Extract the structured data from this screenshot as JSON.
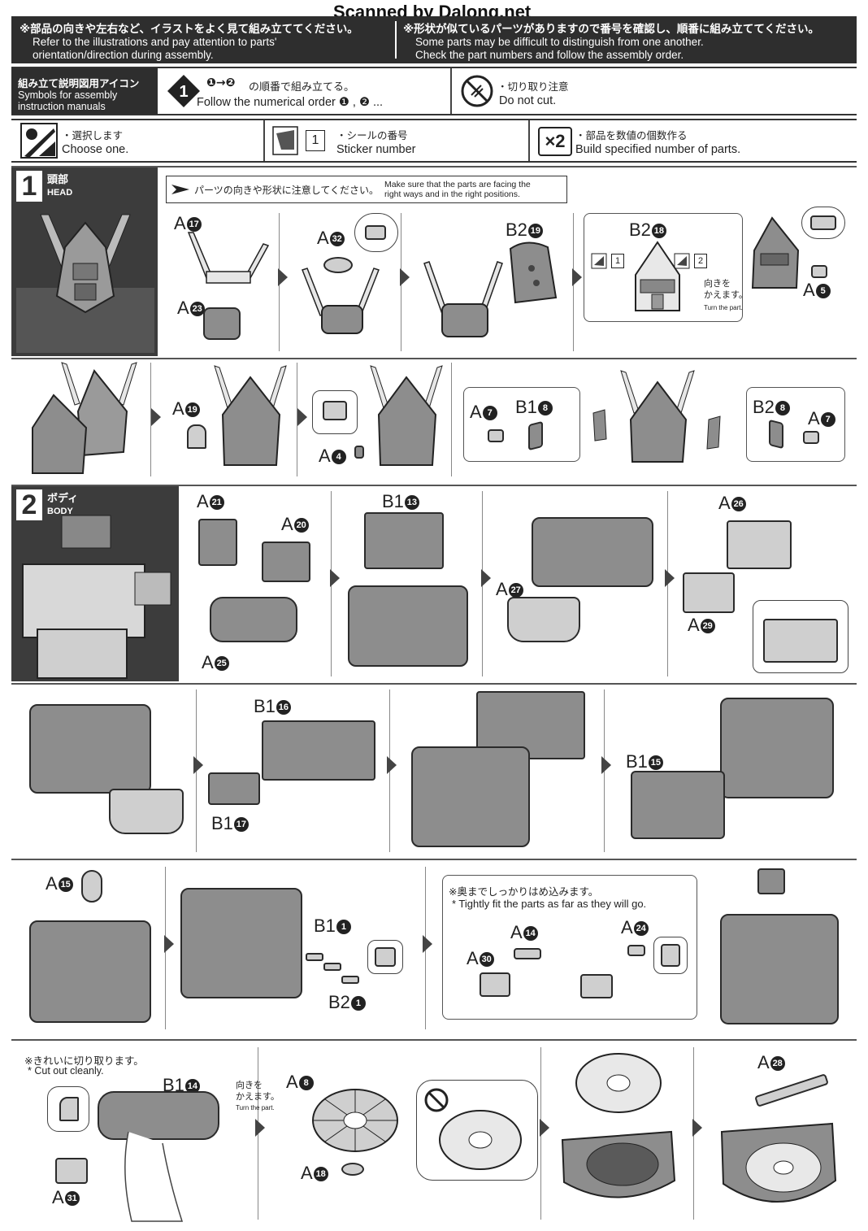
{
  "watermark": "Scanned by Dalong.net",
  "header": {
    "left_jp": "※部品の向きや左右など、イラストをよく見て組み立ててください。",
    "left_en_1": "Refer to the illustrations and pay attention to parts'",
    "left_en_2": "orientation/direction during assembly.",
    "right_jp": "※形状が似ているパーツがありますので番号を確認し、順番に組み立ててください。",
    "right_en_1": "Some parts may be difficult to distinguish from one another.",
    "right_en_2": "Check the part numbers and follow the assembly order."
  },
  "symbols": {
    "title_jp": "組み立て説明図用アイコン",
    "title_en_1": "Symbols for assembly",
    "title_en_2": "instruction manuals",
    "order_jp_prefix": "❶→❷",
    "order_jp": "の順番で組み立てる。",
    "order_en": "Follow the numerical order ❶ , ❷ ...",
    "cut_jp": "・切り取り注意",
    "cut_en": "Do not cut.",
    "choose_jp": "・選択します",
    "choose_en": "Choose one.",
    "sticker_box": "1",
    "sticker_jp": "・シールの番号",
    "sticker_en": "Sticker number",
    "multiply": "×2",
    "multiply_jp": "・部品を数値の個数作る",
    "multiply_en": "Build specified number of parts."
  },
  "step1": {
    "number": "1",
    "label_jp": "頭部",
    "label_en": "HEAD",
    "note_jp": "パーツの向きや形状に注意してください。",
    "note_en_1": "Make sure that the parts are facing the",
    "note_en_2": "right ways and in the right positions.",
    "row1": {
      "p1a": "A",
      "p1a_n": "17",
      "p1b": "A",
      "p1b_n": "23",
      "p2": "A",
      "p2_n": "32",
      "p3": "B2",
      "p3_n": "19",
      "p4": "B2",
      "p4_n": "18",
      "sticker1": "1",
      "sticker2": "2",
      "turn_jp_1": "向きを",
      "turn_jp_2": "かえます。",
      "turn_en": "Turn the part.",
      "p5": "A",
      "p5_n": "5"
    },
    "row2": {
      "p1": "A",
      "p1_n": "19",
      "p2": "A",
      "p2_n": "4",
      "p3a": "A",
      "p3a_n": "7",
      "p3b": "B1",
      "p3b_n": "8",
      "p3c": "B2",
      "p3c_n": "8",
      "p3d": "A",
      "p3d_n": "7"
    }
  },
  "step2": {
    "number": "2",
    "label_jp": "ボディ",
    "label_en": "BODY",
    "row1": {
      "a21": "A",
      "a21_n": "21",
      "a20": "A",
      "a20_n": "20",
      "a25": "A",
      "a25_n": "25",
      "b113": "B1",
      "b113_n": "13",
      "a27": "A",
      "a27_n": "27",
      "a26": "A",
      "a26_n": "26",
      "a29": "A",
      "a29_n": "29"
    },
    "row2": {
      "b116": "B1",
      "b116_n": "16",
      "b117": "B1",
      "b117_n": "17",
      "b115": "B1",
      "b115_n": "15"
    },
    "row3": {
      "a15": "A",
      "a15_n": "15",
      "b11": "B1",
      "b11_n": "1",
      "b21": "B2",
      "b21_n": "1",
      "fit_jp": "※奥までしっかりはめ込みます。",
      "fit_en": "* Tightly fit the parts as far as they will go.",
      "a14": "A",
      "a14_n": "14",
      "a30": "A",
      "a30_n": "30",
      "a24": "A",
      "a24_n": "24"
    },
    "row4": {
      "cut_jp": "※きれいに切り取ります。",
      "cut_en": "* Cut out cleanly.",
      "b114": "B1",
      "b114_n": "14",
      "a31": "A",
      "a31_n": "31",
      "turn_jp_1": "向きを",
      "turn_jp_2": "かえます。",
      "turn_en": "Turn the part.",
      "a8": "A",
      "a8_n": "8",
      "a18": "A",
      "a18_n": "18",
      "a28": "A",
      "a28_n": "28"
    }
  },
  "colors": {
    "dark_band": "#2e2e2e",
    "part_gray": "#8d8d8d",
    "outline": "#2b2b2b"
  }
}
